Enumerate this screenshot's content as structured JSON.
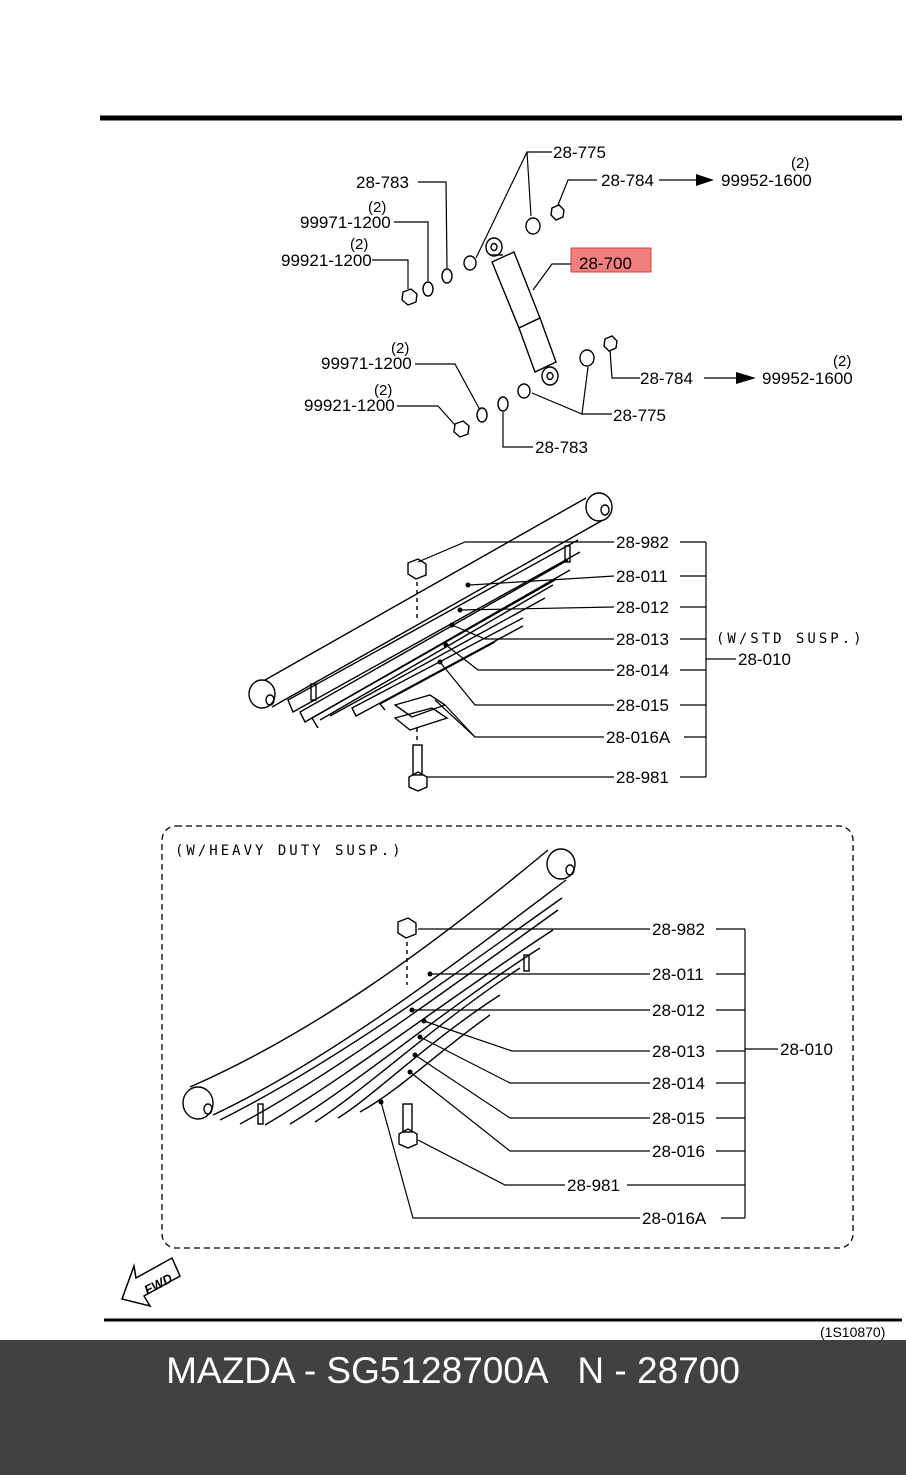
{
  "shock_absorber": {
    "highlight_part": "28-700",
    "upper_bushing_right": "28-775",
    "upper_nut_right": "28-784",
    "upper_nut_right_ref": "99952-1600",
    "upper_nut_right_qty": "(2)",
    "upper_bushing_left": "28-783",
    "upper_washer_left": "99971-1200",
    "upper_washer_left_qty": "(2)",
    "upper_nut_left": "99921-1200",
    "upper_nut_left_qty": "(2)",
    "lower_washer_left": "99971-1200",
    "lower_washer_left_qty": "(2)",
    "lower_nut_left": "99921-1200",
    "lower_nut_left_qty": "(2)",
    "lower_nut_right": "28-784",
    "lower_nut_right_ref": "99952-1600",
    "lower_nut_right_qty": "(2)",
    "lower_bushing_right": "28-775",
    "lower_bushing_left": "28-783"
  },
  "std_spring": {
    "parts": [
      "28-982",
      "28-011",
      "28-012",
      "28-013",
      "28-014",
      "28-015",
      "28-016A",
      "28-981"
    ],
    "note": "(W/STD SUSP.)",
    "assembly": "28-010"
  },
  "heavy_spring": {
    "note": "(W/HEAVY DUTY SUSP.)",
    "parts": [
      "28-982",
      "28-011",
      "28-012",
      "28-013",
      "28-014",
      "28-015",
      "28-016",
      "28-981",
      "28-016A"
    ],
    "assembly": "28-010"
  },
  "fwd_label": "FWD",
  "diagram_code": "(1S10870)",
  "footer": {
    "title": "MAZDA - SG5128700A   N - 28700"
  }
}
